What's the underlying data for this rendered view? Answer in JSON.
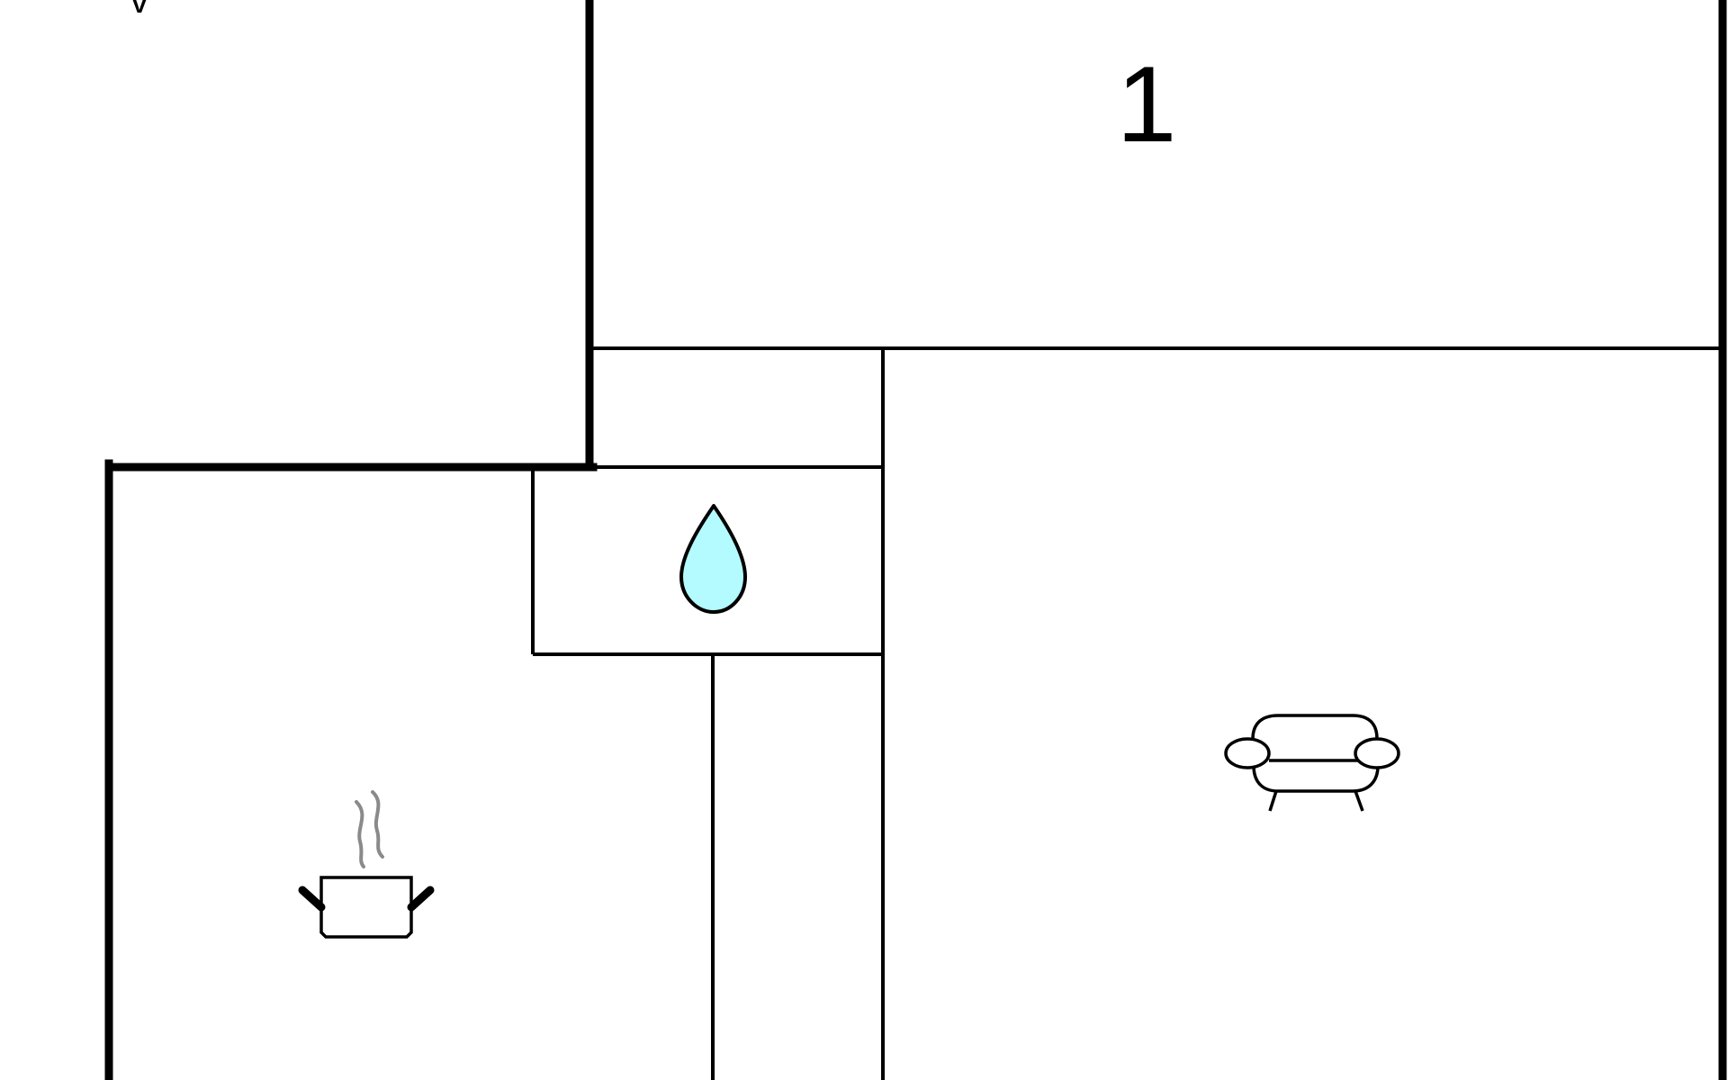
{
  "floorplan": {
    "room_number_label": "1",
    "partial_label_top_left": "v",
    "rooms": [
      {
        "id": "room-1",
        "label": "1"
      },
      {
        "id": "bathroom",
        "icon": "water-drop-icon"
      },
      {
        "id": "kitchen",
        "icon": "cooking-pot-icon"
      },
      {
        "id": "living-room",
        "icon": "sofa-icon"
      },
      {
        "id": "hallway"
      }
    ],
    "colors": {
      "walls": "#000000",
      "background": "#ffffff",
      "water_drop_fill": "#b3fbff",
      "steam": "#8a8a8a"
    }
  }
}
